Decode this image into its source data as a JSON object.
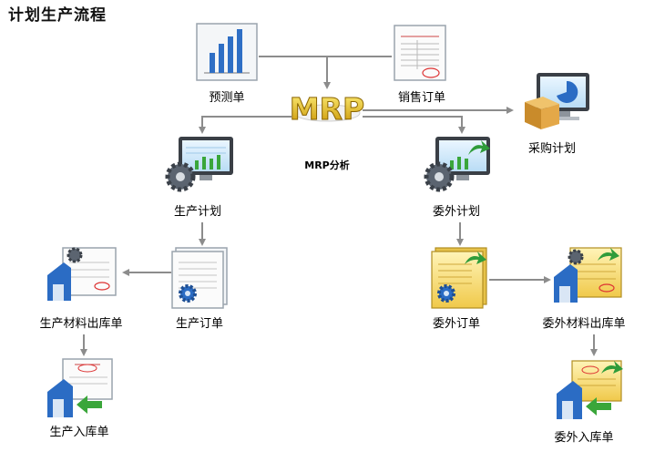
{
  "title": "计划生产流程",
  "nodes": {
    "forecast": {
      "label": "预测单",
      "icon": "bar-chart-report-icon"
    },
    "sales_order": {
      "label": "销售订单",
      "icon": "document-form-icon"
    },
    "mrp": {
      "label": "MRP分析",
      "logo_text": "MRP",
      "icon": "mrp-logo-icon"
    },
    "purchase_plan": {
      "label": "采购计划",
      "icon": "monitor-box-icon"
    },
    "production_plan": {
      "label": "生产计划",
      "icon": "monitor-gear-icon"
    },
    "outsource_plan": {
      "label": "委外计划",
      "icon": "monitor-gear-arrow-icon"
    },
    "production_order": {
      "label": "生产订单",
      "icon": "document-gear-icon"
    },
    "production_material_out": {
      "label": "生产材料出库单",
      "icon": "warehouse-document-icon"
    },
    "production_in": {
      "label": "生产入库单",
      "icon": "warehouse-inbound-icon"
    },
    "outsource_order": {
      "label": "委外订单",
      "icon": "yellow-document-gear-icon"
    },
    "outsource_material_out": {
      "label": "委外材料出库单",
      "icon": "warehouse-yellow-document-icon"
    },
    "outsource_in": {
      "label": "委外入库单",
      "icon": "warehouse-yellow-inbound-icon"
    }
  },
  "colors": {
    "connector": "#8c8c8c",
    "accent_blue": "#2b6cc4",
    "accent_yellow": "#f3d25a",
    "mrp_gold": "#e6b800"
  }
}
